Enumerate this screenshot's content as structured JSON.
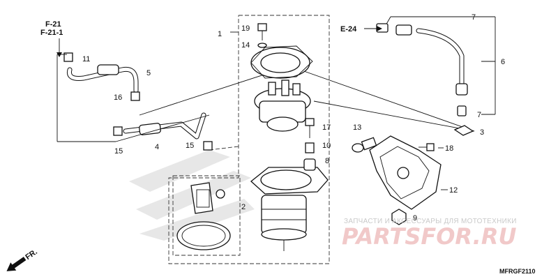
{
  "refs": {
    "f21": "F-21",
    "f211": "F-21-1",
    "e24": "E-24"
  },
  "callouts": {
    "c1": "1",
    "c2": "2",
    "c3": "3",
    "c4": "4",
    "c5": "5",
    "c6": "6",
    "c7a": "7",
    "c7b": "7",
    "c8": "8",
    "c9": "9",
    "c10": "10",
    "c11": "11",
    "c12": "12",
    "c13": "13",
    "c14": "14",
    "c15a": "15",
    "c15b": "15",
    "c16": "16",
    "c17": "17",
    "c18": "18",
    "c19": "19"
  },
  "direction": "FR.",
  "diagram_code": "MFRGF2110",
  "watermark": {
    "text": "ЗАПЧАСТИ И АКСЕССУАРЫ ДЛЯ МОТОТЕХНИКИ",
    "logo": "PARTSFOR.RU"
  }
}
